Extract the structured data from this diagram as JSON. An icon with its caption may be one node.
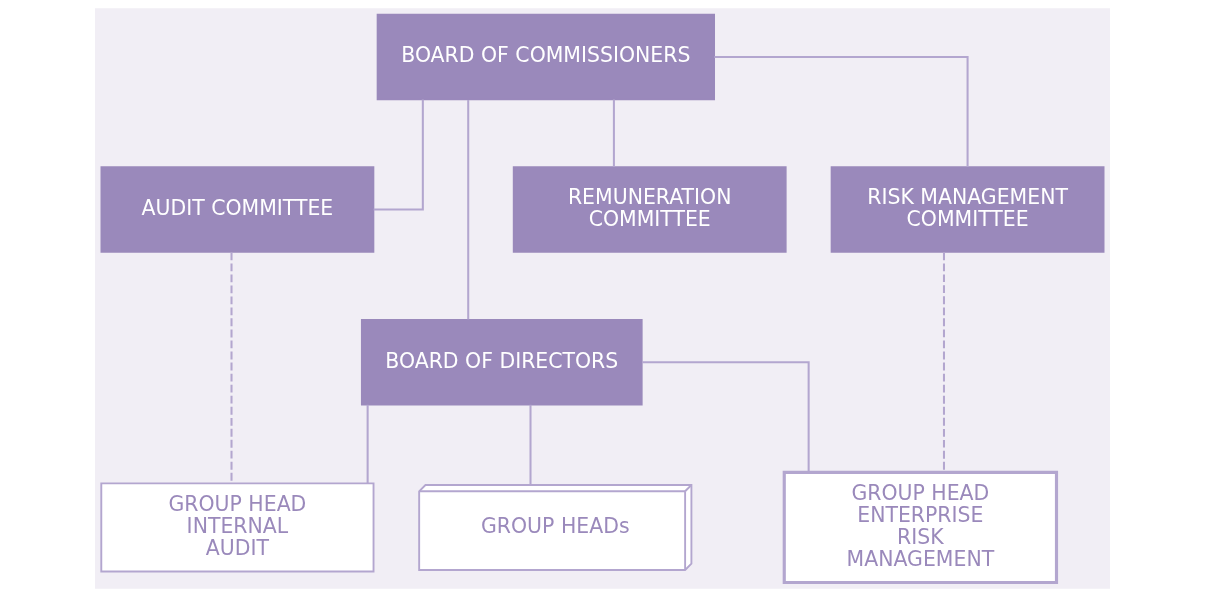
{
  "diagram": {
    "nodes": [
      {
        "text": [
          "BOARD OF COMMISSIONERS"
        ]
      },
      {
        "text": [
          "AUDIT COMMITTEE"
        ]
      },
      {
        "text": [
          "RISK MANAGEMENT COMMITTEE"
        ]
      },
      {
        "text": [
          "REMUNERATION COMMITTEE"
        ]
      },
      {
        "text": [
          "BOARD OF DIRECTORS"
        ]
      },
      {
        "text": [
          "GROUP HEAD INTERNAL AUDIT"
        ]
      },
      {
        "text": [
          "GROUP HEADs"
        ]
      },
      {
        "text": [
          "GROUP HEAD ENTERPRISE RISK MANAGEMENT"
        ]
      }
    ],
    "edges": [
      {
        "from": 0,
        "to": 1,
        "arrow": "none"
      },
      {
        "from": 0,
        "to": 4,
        "arrow": "none"
      },
      {
        "from": 0,
        "to": 2,
        "arrow": "none"
      },
      {
        "from": 0,
        "to": 3,
        "arrow": "none"
      },
      {
        "from": 4,
        "to": 5,
        "arrow": "none"
      },
      {
        "from": 4,
        "to": 6,
        "arrow": "none"
      },
      {
        "from": 4,
        "to": 7,
        "arrow": "none"
      },
      {
        "from": 1,
        "to": 5,
        "arrow": "none",
        "style": "dashed"
      },
      {
        "from": 2,
        "to": 7,
        "arrow": "none",
        "style": "dashed"
      }
    ]
  }
}
